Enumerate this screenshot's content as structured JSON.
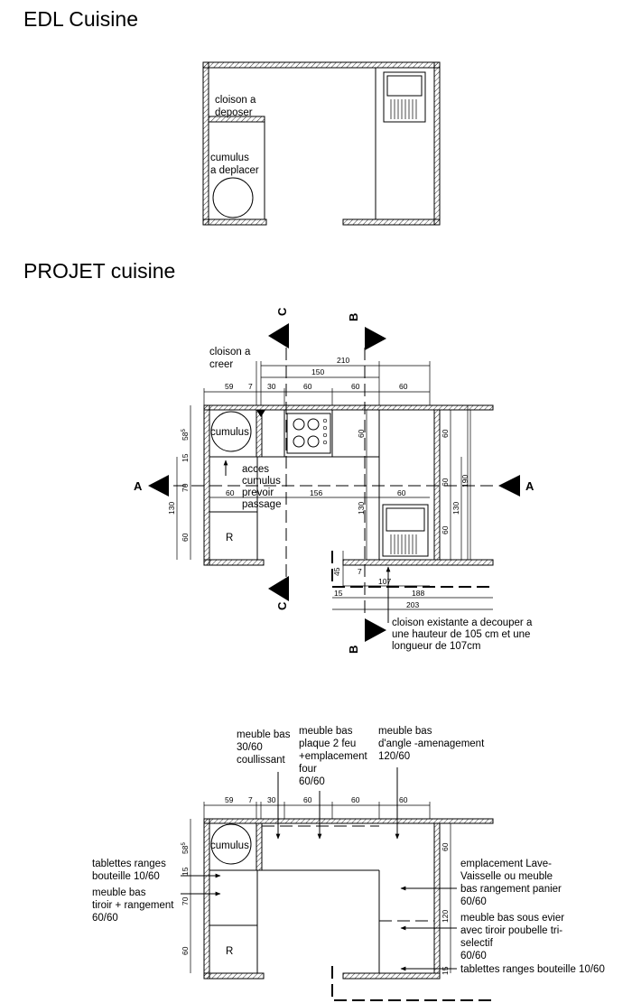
{
  "titles": {
    "edl": "EDL Cuisine",
    "projet": "PROJET cuisine"
  },
  "edl_labels": {
    "cloison_deposer": [
      "cloison a",
      "deposer"
    ],
    "cumulus_deplacer": [
      "cumulus",
      "a deplacer"
    ]
  },
  "projet_labels": {
    "cloison_creer": [
      "cloison a",
      "creer"
    ],
    "cumulus": "cumulus",
    "acces": [
      "acces",
      "cumulus",
      "prevoir",
      "passage"
    ],
    "r": "R",
    "cloison_existante": [
      "cloison existante a decouper a",
      "une hauteur de 105 cm  et une",
      "longueur de 107cm"
    ]
  },
  "section_marks": {
    "a": "A",
    "b": "B",
    "c": "C"
  },
  "dimensions": {
    "d210": "210",
    "d150": "150",
    "d59": "59",
    "d7": "7",
    "d30": "30",
    "d60": "60",
    "d585": "58",
    "d585_sup": "5",
    "d15": "15",
    "d70": "70",
    "d130": "130",
    "d156": "156",
    "d190": "190",
    "d45": "45",
    "d107": "107",
    "d188": "188",
    "d203": "203",
    "d120": "120"
  },
  "plan3_labels": {
    "meuble_coulissant": [
      "meuble bas",
      "30/60",
      "coullissant"
    ],
    "meuble_plaque": [
      "meuble bas",
      "plaque 2 feu",
      "+emplacement",
      "four",
      "60/60"
    ],
    "meuble_angle": [
      "meuble bas",
      "d'angle -amenagement",
      "120/60"
    ],
    "tablettes_1": [
      "tablettes ranges",
      "bouteille 10/60"
    ],
    "meuble_tiroir": [
      "meuble bas",
      "tiroir + rangement",
      "60/60"
    ],
    "emplacement_lv": [
      "emplacement Lave-",
      "Vaisselle ou meuble",
      "bas rangement panier",
      "60/60"
    ],
    "meuble_evier": [
      "meuble bas sous evier",
      "avec tiroir poubelle tri-",
      "selectif",
      "60/60"
    ],
    "tablettes_2": "tablettes ranges bouteille 10/60",
    "cumulus": "cumulus",
    "r": "R"
  }
}
